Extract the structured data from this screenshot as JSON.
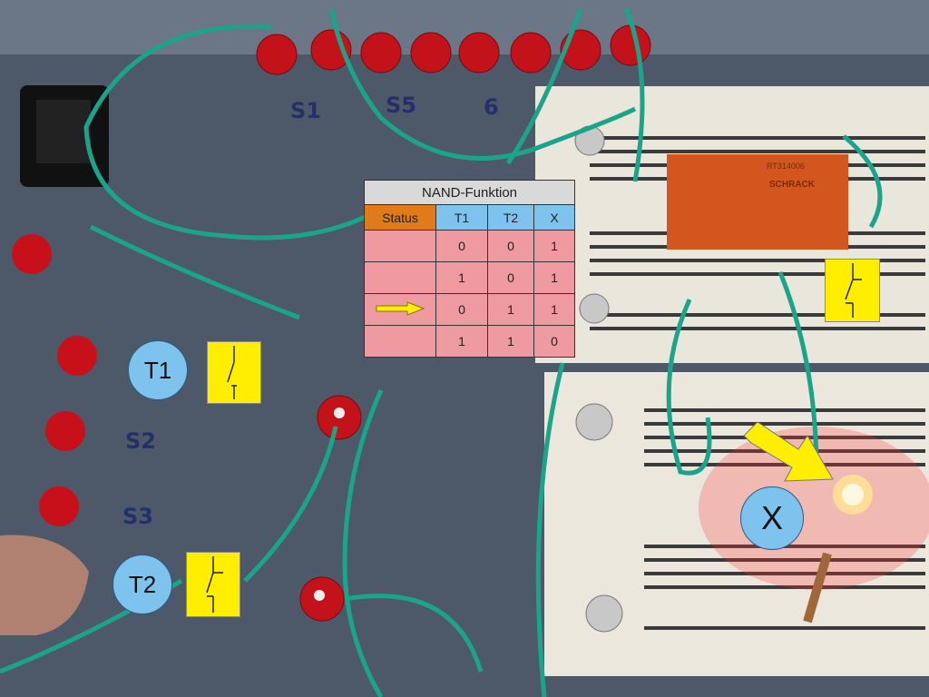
{
  "table": {
    "title": "NAND-Funktion",
    "headers": [
      "Status",
      "T1",
      "T2",
      "X"
    ],
    "rows": [
      {
        "status_arrow": false,
        "T1": "0",
        "T2": "0",
        "X": "1"
      },
      {
        "status_arrow": false,
        "T1": "1",
        "T2": "0",
        "X": "1"
      },
      {
        "status_arrow": true,
        "T1": "0",
        "T2": "1",
        "X": "1"
      },
      {
        "status_arrow": false,
        "T1": "1",
        "T2": "1",
        "X": "0"
      }
    ]
  },
  "labels": {
    "t1": "T1",
    "t2": "T2",
    "x": "X"
  },
  "photo_labels": {
    "s1": "S1",
    "s5": "S5",
    "six": "6",
    "s2": "S2",
    "s3": "S3",
    "relay_model": "RT314006",
    "relay_brand": "SCHRACK"
  },
  "colors": {
    "status_header": "#e07b1c",
    "column_header": "#7ec3ee",
    "cell": "#ee9aa0",
    "symbol": "#ffee00",
    "wire": "#1aa58a"
  }
}
